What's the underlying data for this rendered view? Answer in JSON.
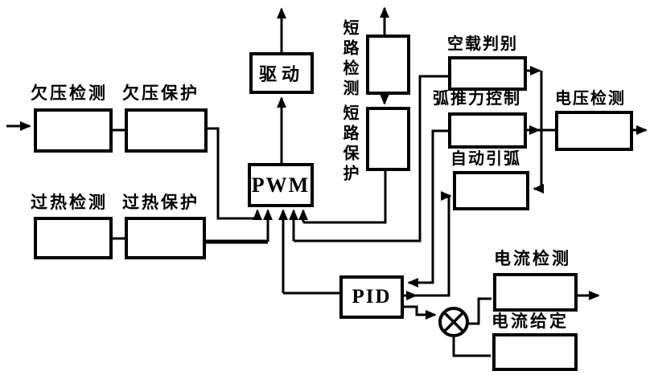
{
  "blocks": {
    "uv_detect": {
      "label": "欠压检测"
    },
    "uv_protect": {
      "label": "欠压保护"
    },
    "oh_detect": {
      "label": "过热检测"
    },
    "oh_protect": {
      "label": "过热保护"
    },
    "drive": {
      "label": "驱动"
    },
    "pwm": {
      "label": "PWM"
    },
    "sc_detect": {
      "label": "短路检测"
    },
    "sc_protect": {
      "label": "短路保护"
    },
    "noload": {
      "label": "空载判别"
    },
    "arc_force": {
      "label": "弧推力控制"
    },
    "v_detect": {
      "label": "电压检测"
    },
    "auto_arc": {
      "label": "自动引弧"
    },
    "pid": {
      "label": "PID"
    },
    "i_detect": {
      "label": "电流检测"
    },
    "i_set": {
      "label": "电流给定"
    },
    "sum_junction": {
      "symbol": "⊗"
    }
  },
  "connections": [
    "external → 欠压检测",
    "欠压检测 → 欠压保护",
    "欠压保护 → PWM",
    "过热检测 → 过热保护",
    "过热保护 → PWM",
    "短路检测 → 短路保护",
    "短路保护 → PWM",
    "空载判别 → PWM",
    "PID → PWM",
    "PWM → 驱动",
    "驱动 → external (up)",
    "短路检测 → external (up)",
    "弧推力控制 → PID",
    "PID → 自动引弧",
    "空载判别 → 自动引弧",
    "弧推力控制 — 电压检测",
    "电压检测 → external (right)",
    "PID → ⊗",
    "⊗ — 电流检测",
    "电流给定 — ⊗",
    "电流检测 → external (right)"
  ],
  "colors": {
    "line": "#000000",
    "background": "#ffffff"
  }
}
